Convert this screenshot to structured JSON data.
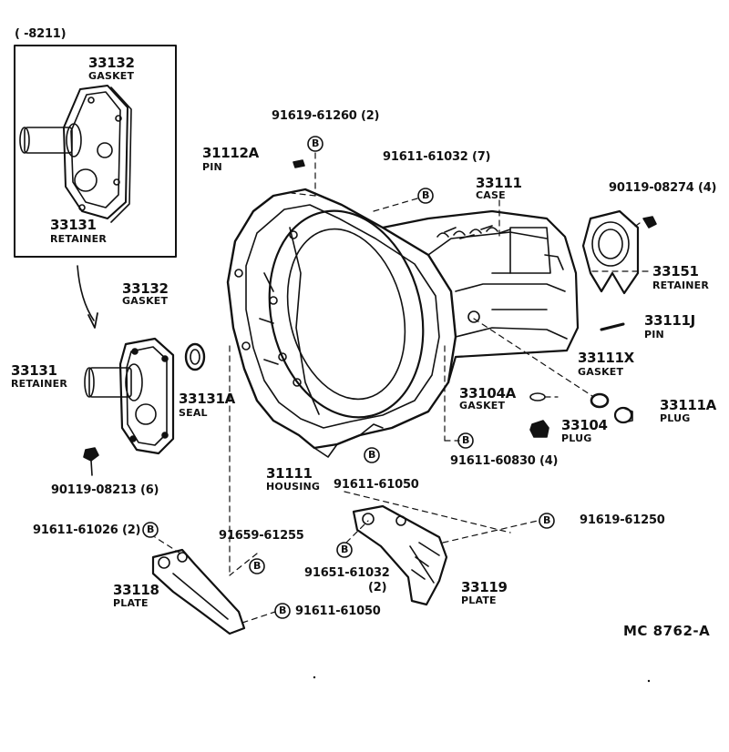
{
  "inset": {
    "range": "(      -8211)",
    "gasket_num": "33132",
    "gasket_name": "GASKET",
    "retainer_num": "33131",
    "retainer_name": "RETAINER"
  },
  "parts": {
    "p33132": {
      "num": "33132",
      "name": "GASKET"
    },
    "p33131": {
      "num": "33131",
      "name": "RETAINER"
    },
    "p33131A": {
      "num": "33131A",
      "name": "SEAL"
    },
    "b90119_08213": "90119-08213 (6)",
    "b91611_61026": "91611-61026 (2)",
    "b91659_61255": "91659-61255",
    "p33118": {
      "num": "33118",
      "name": "PLATE"
    },
    "b91611_61050b": "91611-61050",
    "p31112A": {
      "num": "31112A",
      "name": "PIN"
    },
    "b91619_61260": "91619-61260 (2)",
    "b91611_61032": "91611-61032 (7)",
    "p33111": {
      "num": "33111",
      "name": "CASE"
    },
    "b90119_08274": "90119-08274 (4)",
    "p33151": {
      "num": "33151",
      "name": "RETAINER"
    },
    "p33111J": {
      "num": "33111J",
      "name": "PIN"
    },
    "p33111X": {
      "num": "33111X",
      "name": "GASKET"
    },
    "p33111A": {
      "num": "33111A",
      "name": "PLUG"
    },
    "p33104A": {
      "num": "33104A",
      "name": "GASKET"
    },
    "p33104": {
      "num": "33104",
      "name": "PLUG"
    },
    "b91611_60830": "91611-60830 (4)",
    "p31111": {
      "num": "31111",
      "name": "HOUSING"
    },
    "b91611_61050": "91611-61050",
    "b91619_61250": "91619-61250",
    "b91651_61032": "91651-61032",
    "b91651_61032_qty": "(2)",
    "p33119": {
      "num": "33119",
      "name": "PLATE"
    }
  },
  "bolt_marker": "B",
  "drawing_code": "MC  8762-A"
}
